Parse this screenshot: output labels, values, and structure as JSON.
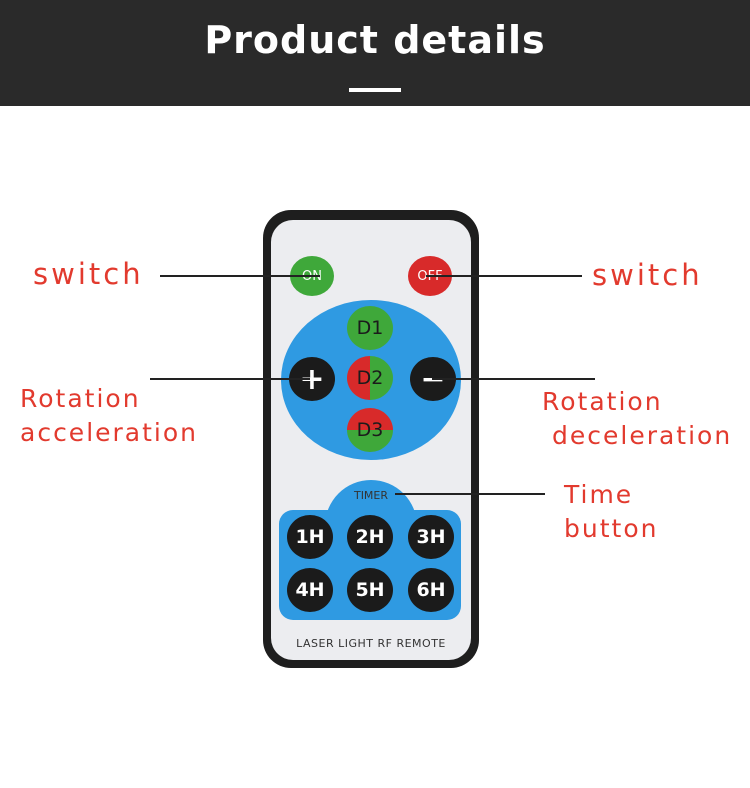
{
  "header": {
    "title": "Product details"
  },
  "callouts": {
    "switch_left": "switch",
    "switch_right": "switch",
    "rotation_accel_line1": "Rotation",
    "rotation_accel_line2": "acceleration",
    "rotation_decel_line1": "Rotation",
    "rotation_decel_line2": "deceleration",
    "time_line1": "Time",
    "time_line2": "button"
  },
  "remote": {
    "on_label": "ON",
    "off_label": "OFF",
    "d1_label": "D1",
    "d2_label": "D2",
    "d3_label": "D3",
    "plus_label": "+",
    "minus_label": "−",
    "timer_label": "TIMER",
    "timer_buttons": [
      "1H",
      "2H",
      "3H",
      "4H",
      "5H",
      "6H"
    ],
    "caption": "LASER LIGHT RF REMOTE"
  },
  "colors": {
    "callout_text": "#e23a2e",
    "header_bg": "#2a2a2a",
    "pad_blue": "#2f9ae2",
    "button_green": "#3fa83a",
    "button_red": "#d82a2a"
  }
}
